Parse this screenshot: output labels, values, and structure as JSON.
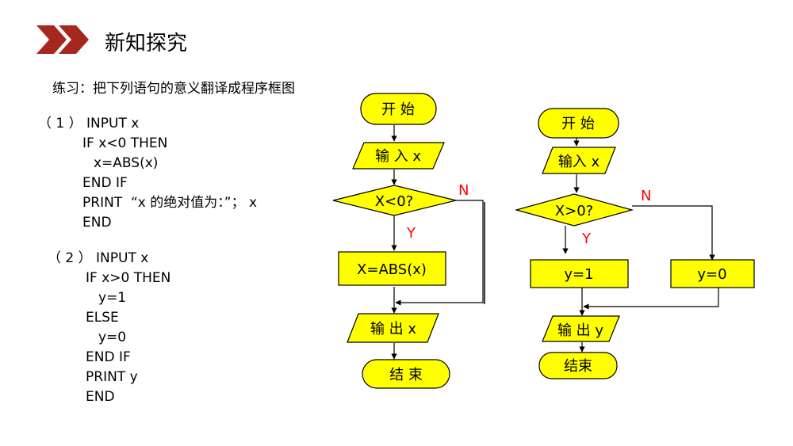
{
  "header": {
    "title": "新知探究"
  },
  "exercise": {
    "prompt": "练习：把下列语句的意义翻译成程序框图"
  },
  "program1": {
    "lines": [
      "（ 1 ） INPUT x",
      "IF x<0 THEN",
      "x=ABS(x)",
      "END IF",
      "PRINT  “x 的绝对值为：”； x",
      "END"
    ]
  },
  "program2": {
    "lines": [
      "（ 2 ） INPUT x",
      "IF x>0 THEN",
      "y=1",
      "ELSE",
      "y=0",
      "END IF",
      "PRINT y",
      "END"
    ]
  },
  "flowchart1": {
    "start": "开 始",
    "input": "输 入  x",
    "decision": "X<0?",
    "no_label": "N",
    "yes_label": "Y",
    "process": "X=ABS(x)",
    "output": "输 出  x",
    "end": "结 束"
  },
  "flowchart2": {
    "start": "开 始",
    "input": "输入 x",
    "decision": "X>0?",
    "no_label": "N",
    "yes_label": "Y",
    "process_yes": "y=1",
    "process_no": "y=0",
    "output": "输 出  y",
    "end": "结束"
  },
  "colors": {
    "shape_fill": "#ffff00",
    "accent": "#a5281e",
    "branch_label": "#ff0000"
  }
}
